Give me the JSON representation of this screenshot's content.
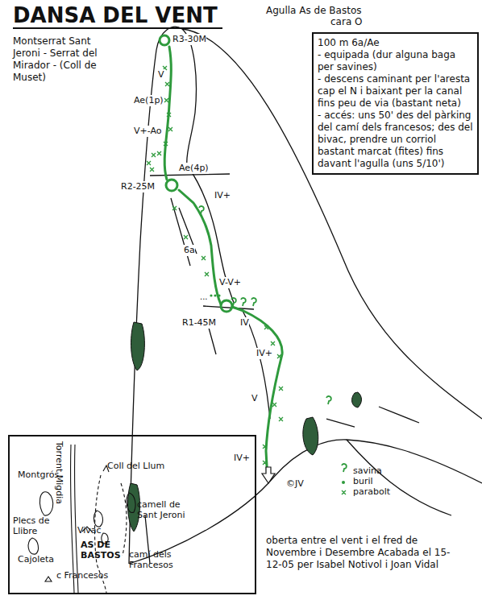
{
  "diagram": {
    "title": "DANSA DEL VENT",
    "nodes": [
      {
        "text": [
          "100 m 6a/Ae",
          "- equipada (dur alguna baga per savines)",
          "- descens caminant per l'aresta cap el N i baixant per la canal fins peu de via (bastant neta)",
          "- accés: uns 50' des del pàrking del camí dels francesos; des del bivac, prendre un corriol bastant marcat (fites) fins davant l'agulla (uns 5/10')"
        ]
      },
      {
        "text": [
          "Montgrós",
          "Torrent Migdia",
          "Coll del Llum",
          "camell de Sant Jeroni",
          "Plecs de Llibre",
          "Vivac",
          "Cajoleta",
          "AS DE BASTOS",
          "camí dels Francesos",
          "c Francesos"
        ]
      }
    ],
    "labels": [
      "Agulla As de Bastos",
      "cara O",
      "Montserrat Sant Jeroni - Serrat del Mirador - (Coll de Muset)",
      "R3-30M",
      "V",
      "Ae(1p)",
      "V+-Ao",
      "Ae(4p)",
      "R2-25M",
      "IV+",
      "6a",
      "V-V+",
      "...",
      "R1-45M",
      "IV",
      "IV+",
      "V",
      "IV+",
      "©JV",
      "oberta entre el vent i el fred de Novembre i Desembre Acabada el 15-12-05 per Isabel Notivol i Joan Vidal"
    ],
    "legend": [
      {
        "text": "savina"
      },
      {
        "text": "buril"
      },
      {
        "text": "parabolt"
      }
    ]
  }
}
